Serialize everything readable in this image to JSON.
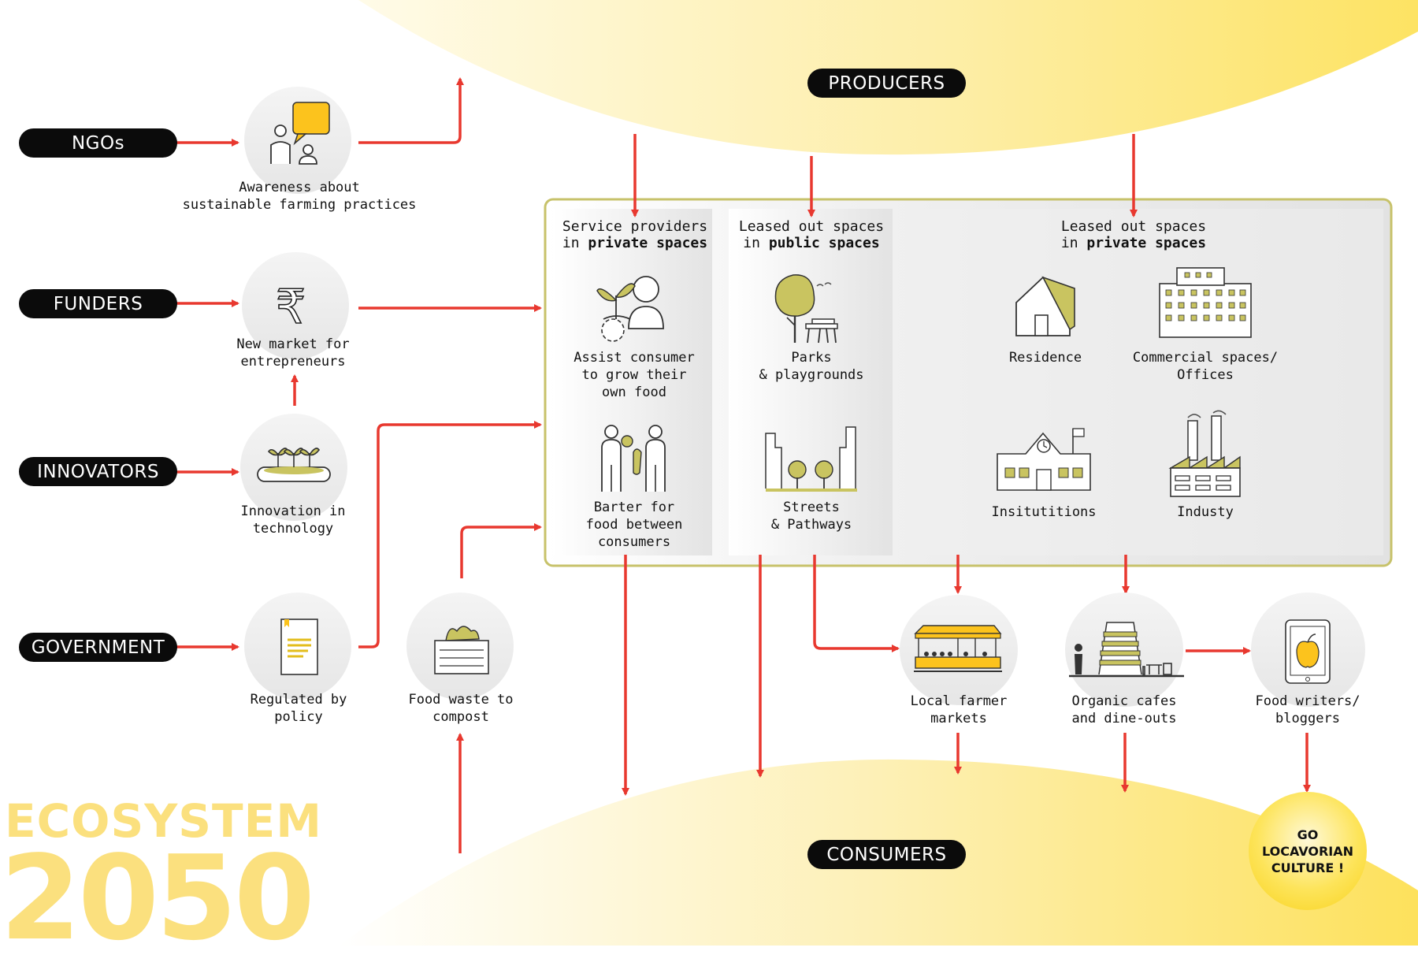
{
  "colors": {
    "accent_yellow": "#fde45a",
    "arrow_red": "#e8382f",
    "frame_olive": "#c7c26a",
    "icon_olive": "#c9c460",
    "pill_black": "#0b0b0b"
  },
  "bands": {
    "producers": "PRODUCERS",
    "consumers": "CONSUMERS"
  },
  "actors": {
    "ngos": "NGOs",
    "funders": "FUNDERS",
    "innovators": "INNOVATORS",
    "government": "GOVERNMENT"
  },
  "nodes": {
    "awareness": "Awareness about\nsustainable farming practices",
    "market": "New market for\nentrepreneurs",
    "innovation": "Innovation in\ntechnology",
    "policy": "Regulated by\npolicy",
    "compost": "Food waste to\ncompost"
  },
  "columns": {
    "service": {
      "line1": "Service providers",
      "pre": "in ",
      "bold": "private spaces"
    },
    "public": {
      "line1": "Leased out spaces",
      "pre": "in ",
      "bold": "public spaces"
    },
    "private": {
      "line1": "Leased out spaces",
      "pre": "in ",
      "bold": "private spaces"
    }
  },
  "items": {
    "assist": "Assist consumer\nto grow their\nown food",
    "barter": "Barter for\nfood between\nconsumers",
    "parks": "Parks\n& playgrounds",
    "streets": "Streets\n& Pathways",
    "residence": "Residence",
    "commercial": "Commercial spaces/\nOffices",
    "institutions": "Insitutitions",
    "industry": "Industy"
  },
  "outlets": {
    "markets": "Local farmer\nmarkets",
    "cafes": "Organic cafes\nand dine-outs",
    "writers": "Food writers/\nbloggers"
  },
  "title": {
    "line1": "ECOSYSTEM",
    "line2": "2050"
  },
  "callout": "GO\nLOCAVORIAN\nCULTURE !",
  "icons": [
    "speech-icon",
    "rupee-icon",
    "seedling-tray-icon",
    "policy-document-icon",
    "compost-crate-icon",
    "plant-hand-icon",
    "barter-icon",
    "tree-bench-icon",
    "street-trees-icon",
    "house-icon",
    "office-building-icon",
    "institution-icon",
    "factory-icon",
    "market-stall-icon",
    "cafe-icon",
    "tablet-apple-icon"
  ]
}
